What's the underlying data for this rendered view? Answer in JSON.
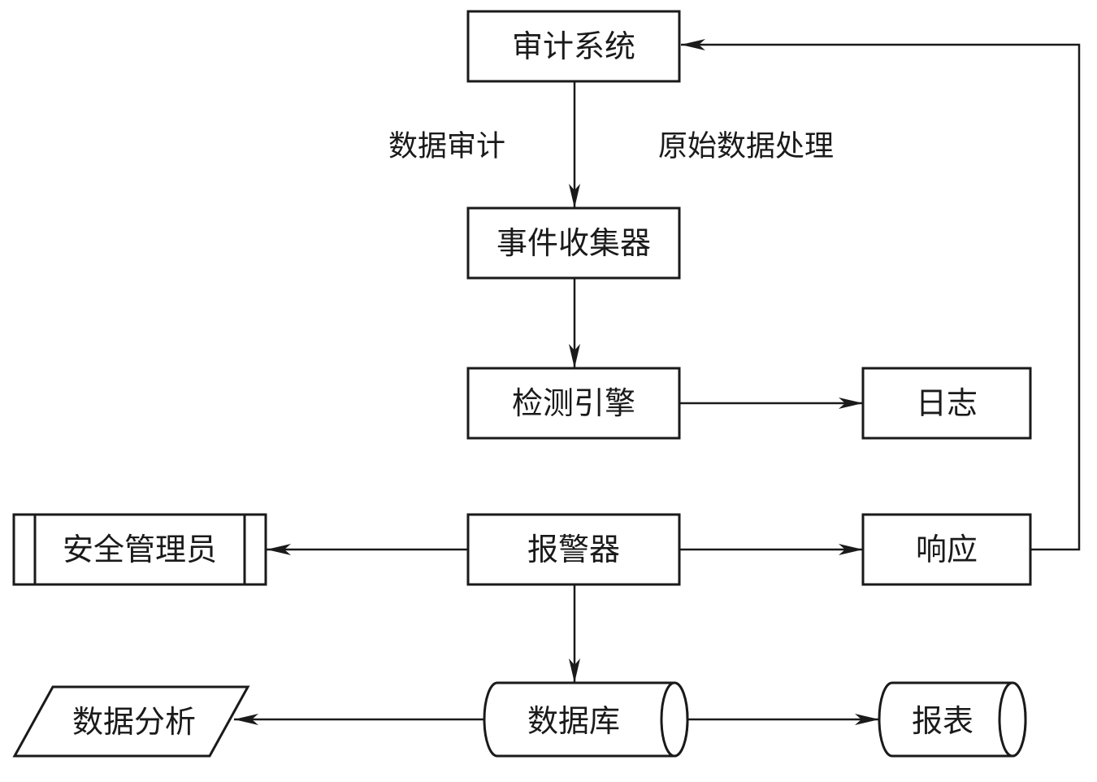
{
  "nodes": {
    "audit_system": "审计系统",
    "event_collector": "事件收集器",
    "detection_engine": "检测引擎",
    "log": "日志",
    "security_admin": "安全管理员",
    "alarm": "报警器",
    "response": "响应",
    "data_analysis": "数据分析",
    "database": "数据库",
    "report": "报表"
  },
  "edge_labels": {
    "data_audit": "数据审计",
    "raw_data_processing": "原始数据处理"
  }
}
